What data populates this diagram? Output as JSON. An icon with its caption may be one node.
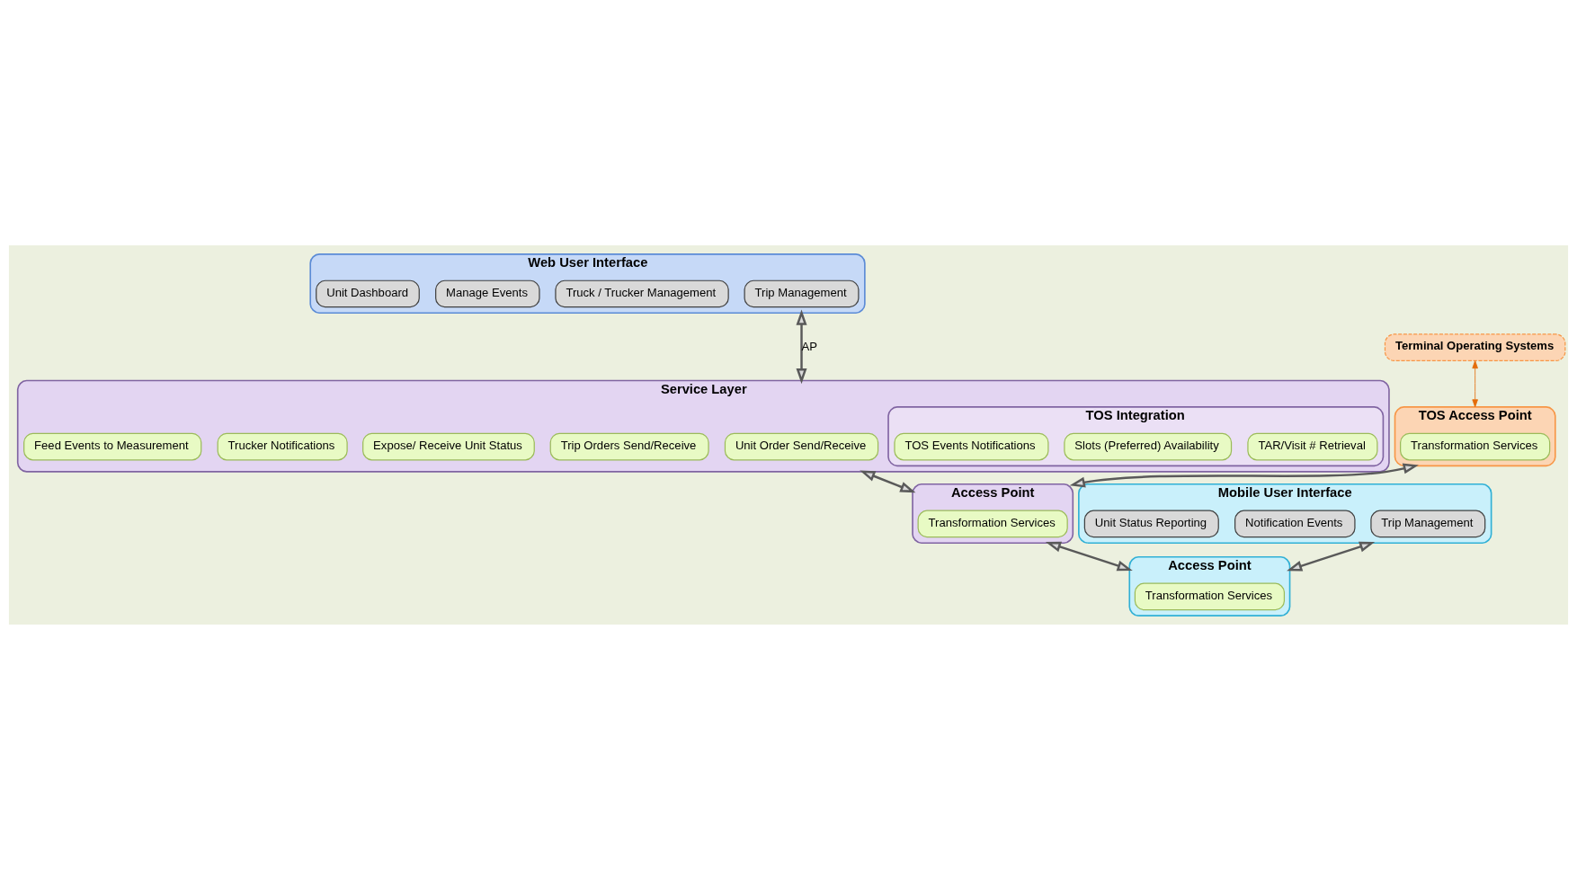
{
  "diagram": {
    "nodes": [
      {
        "text": [
          "Web User Interface"
        ]
      },
      {
        "text": [
          "Trip Management"
        ],
        "in": 0
      },
      {
        "text": [
          "Truck / Trucker Management"
        ],
        "in": 0
      },
      {
        "text": [
          "Manage Events"
        ],
        "in": 0
      },
      {
        "text": [
          "Unit Dashboard"
        ],
        "in": 0
      },
      {
        "text": [
          "Service Layer"
        ]
      },
      {
        "text": [
          "Unit Order Send/Receive"
        ],
        "in": 5
      },
      {
        "text": [
          "Trip Orders Send/Receive"
        ],
        "in": 5
      },
      {
        "text": [
          "Expose/ Receive Unit Status"
        ],
        "in": 5
      },
      {
        "text": [
          "Trucker Notifications"
        ],
        "in": 5
      },
      {
        "text": [
          "Feed Events to Measurement"
        ],
        "in": 5
      },
      {
        "text": [
          "TOS Integration"
        ],
        "in": 5
      },
      {
        "text": [
          "TAR/Visit # Retrieval"
        ],
        "in": 11
      },
      {
        "text": [
          "Slots (Preferred) Availability"
        ],
        "in": 11
      },
      {
        "text": [
          "TOS Events Notifications"
        ],
        "in": 11
      },
      {
        "text": [
          "Mobile User Interface"
        ]
      },
      {
        "text": [
          "Trip Management"
        ],
        "in": 15
      },
      {
        "text": [
          "Notification Events"
        ],
        "in": 15
      },
      {
        "text": [
          "Unit Status Reporting"
        ],
        "in": 15
      },
      {
        "text": [
          "Terminal Operating Systems"
        ]
      },
      {
        "text": [
          "TOS Access Point"
        ]
      },
      {
        "text": [
          "Transformation Services"
        ],
        "in": 20
      },
      {
        "text": [
          "Access Point"
        ]
      },
      {
        "text": [
          "Transformation Services"
        ],
        "in": 22
      },
      {
        "text": [
          "Access Point"
        ]
      },
      {
        "text": [
          "Transformation Services"
        ],
        "in": 24
      }
    ],
    "edges": [
      {
        "from": 0,
        "to": 5,
        "arrow": "both",
        "label": "AP"
      },
      {
        "from": 5,
        "to": 22,
        "arrow": "both"
      },
      {
        "from": 15,
        "to": 24,
        "arrow": "both"
      },
      {
        "from": 19,
        "to": 20,
        "arrow": "both",
        "color": "#e46c0a"
      },
      {
        "from": 20,
        "to": 22,
        "arrow": "both"
      },
      {
        "from": 22,
        "to": 24,
        "arrow": "both"
      }
    ]
  }
}
